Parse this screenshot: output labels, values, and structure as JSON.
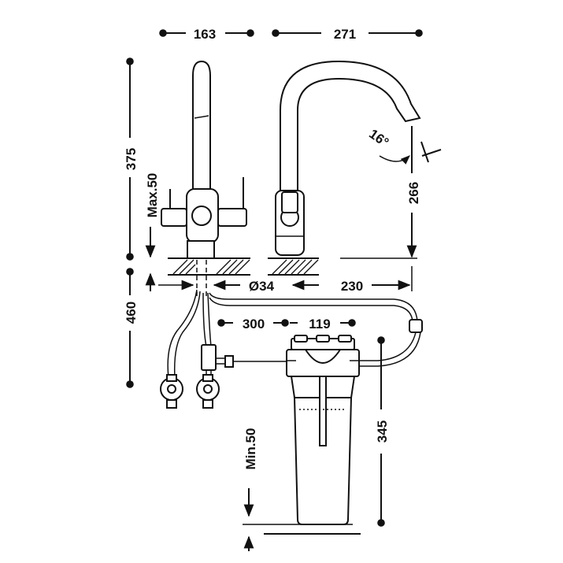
{
  "colors": {
    "line": "#111111",
    "background": "#ffffff"
  },
  "dimensions": {
    "top_left_width": "163",
    "top_right_width": "271",
    "total_height": "375",
    "max_deck": "Max.50",
    "spout_angle": "16°",
    "spout_height": "266",
    "base_diameter": "Ø34",
    "reach": "230",
    "below_deck": "460",
    "hose_length": "300",
    "filter_width": "119",
    "filter_height": "345",
    "min_clearance": "Min.50"
  }
}
